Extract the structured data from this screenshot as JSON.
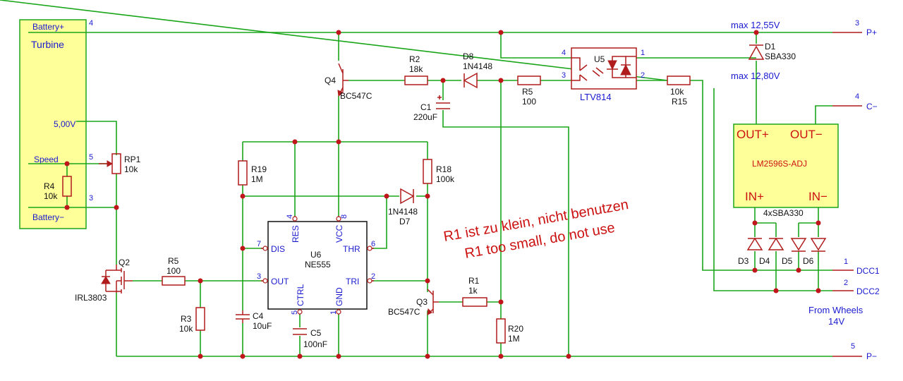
{
  "colors": {
    "wire": "#1aa61a",
    "component": "#b01c1c",
    "junction": "#c0151b",
    "net_label": "#1a1ad0",
    "value_text": "#111111",
    "annotation": "#cc1111",
    "module_fill": "#ffff99"
  },
  "turbine": {
    "title": "Turbine",
    "pin_battery_plus": "Battery+",
    "pin_5v": "5,00V",
    "pin_speed": "Speed",
    "pin_battery_minus": "Battery−",
    "num_4": "4",
    "num_5": "5",
    "num_3": "3"
  },
  "outputs": {
    "p_plus": {
      "num": "3",
      "label": "P+"
    },
    "c_minus": {
      "num": "4",
      "label": "C−"
    },
    "dcc1": {
      "num": "1",
      "label": "DCC1"
    },
    "dcc2": {
      "num": "2",
      "label": "DCC2"
    },
    "p_minus": {
      "num": "5",
      "label": "P−"
    }
  },
  "notes": {
    "max1": "max 12,55V",
    "max2": "max 12,80V",
    "from_wheels": "From Wheels",
    "from_wheels_v": "14V",
    "warning_de": "R1 ist zu klein, nicht benutzen",
    "warning_en": "R1 too small, do not use"
  },
  "components": {
    "rp1": {
      "ref": "RP1",
      "value": "10k"
    },
    "r4": {
      "ref": "R4",
      "value": "10k"
    },
    "q2": {
      "ref": "Q2",
      "value": "IRL3803"
    },
    "r5a": {
      "ref": "R5",
      "value": "100"
    },
    "r3": {
      "ref": "R3",
      "value": "10k"
    },
    "c4": {
      "ref": "C4",
      "value": "10uF"
    },
    "r19": {
      "ref": "R19",
      "value": "1M"
    },
    "u6": {
      "ref": "U6",
      "value": "NE555",
      "pin_res": "RES",
      "pin_vcc": "VCC",
      "pin_dis": "DIS",
      "pin_thr": "THR",
      "pin_out": "OUT",
      "pin_tri": "TRI",
      "pin_ctrl": "CTRL",
      "pin_gnd": "GND",
      "n4": "4",
      "n8": "8",
      "n7": "7",
      "n6": "6",
      "n3": "3",
      "n2": "2",
      "n5": "5",
      "n1": "1"
    },
    "c5": {
      "ref": "C5",
      "value": "100nF"
    },
    "q4": {
      "ref": "Q4",
      "value": "BC547C"
    },
    "r2": {
      "ref": "R2",
      "value": "18k"
    },
    "c1": {
      "ref": "C1",
      "value": "220uF"
    },
    "d8": {
      "ref": "D8",
      "value": "1N4148"
    },
    "r18": {
      "ref": "R18",
      "value": "100k"
    },
    "d7": {
      "ref": "D7",
      "value": "1N4148"
    },
    "q3": {
      "ref": "Q3",
      "value": "BC547C"
    },
    "r1": {
      "ref": "R1",
      "value": "1k"
    },
    "r20": {
      "ref": "R20",
      "value": "1M"
    },
    "r5b": {
      "ref": "R5",
      "value": "100"
    },
    "u5": {
      "ref": "U5",
      "value": "LTV814",
      "p4": "4",
      "p3": "3",
      "p1": "1",
      "p2": "2"
    },
    "r15": {
      "ref": "R15",
      "value": "10k"
    },
    "d1": {
      "ref": "D1",
      "value": "SBA330"
    },
    "reg": {
      "value": "LM2596S-ADJ",
      "out_plus": "OUT+",
      "out_minus": "OUT−",
      "in_plus": "IN+",
      "in_minus": "IN−"
    },
    "bridge": {
      "value": "4xSBA330",
      "d3": "D3",
      "d4": "D4",
      "d5": "D5",
      "d6": "D6"
    }
  }
}
